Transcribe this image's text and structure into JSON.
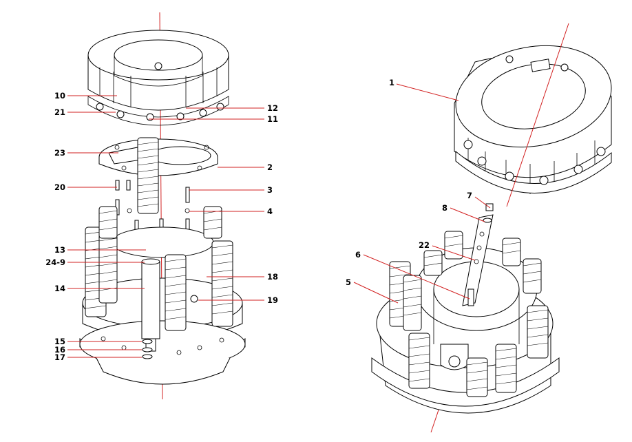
{
  "callouts": {
    "c1": "1",
    "c2": "2",
    "c3": "3",
    "c4": "4",
    "c5": "5",
    "c6": "6",
    "c7": "7",
    "c8": "8",
    "c9": "24-9",
    "c10": "10",
    "c11": "11",
    "c12": "12",
    "c13": "13",
    "c14": "14",
    "c15": "15",
    "c16": "16",
    "c17": "17",
    "c18": "18",
    "c19": "19",
    "c20": "20",
    "c21": "21",
    "c22": "22",
    "c23": "23"
  },
  "colors": {
    "leader": "#d22020",
    "outline": "#000000",
    "background": "#ffffff"
  }
}
